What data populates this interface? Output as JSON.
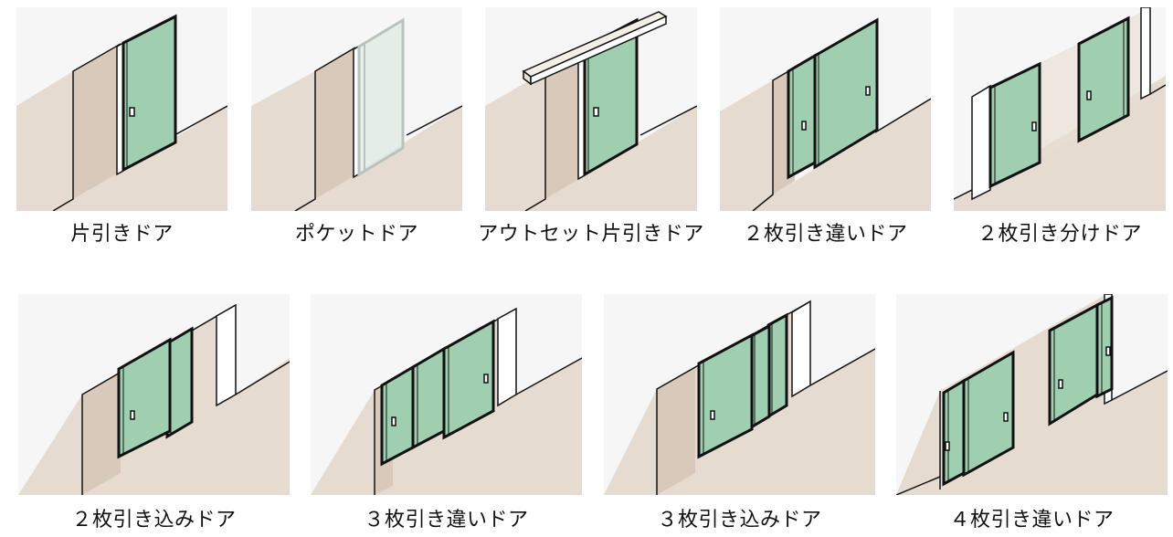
{
  "colors": {
    "tile_bg": "#f6f6f6",
    "floor": "#e6dbd1",
    "wall_shade": "#d9c9bb",
    "door_green": "#9fcfb0",
    "glass": "#dcebe2",
    "outline": "#111111"
  },
  "items": [
    {
      "label": "片引きドア",
      "icon": "single-sliding-door-illustration"
    },
    {
      "label": "ポケットドア",
      "icon": "pocket-door-illustration"
    },
    {
      "label": "アウトセット片引きドア",
      "icon": "outset-single-sliding-door-illustration"
    },
    {
      "label": "２枚引き違いドア",
      "icon": "two-panel-bypass-door-illustration"
    },
    {
      "label": "２枚引き分けドア",
      "icon": "two-panel-bi-parting-door-illustration"
    },
    {
      "label": "２枚引き込みドア",
      "icon": "two-panel-pocket-door-illustration"
    },
    {
      "label": "３枚引き違いドア",
      "icon": "three-panel-bypass-door-illustration"
    },
    {
      "label": "３枚引き込みドア",
      "icon": "three-panel-pocket-door-illustration"
    },
    {
      "label": "４枚引き違いドア",
      "icon": "four-panel-bypass-door-illustration"
    }
  ]
}
